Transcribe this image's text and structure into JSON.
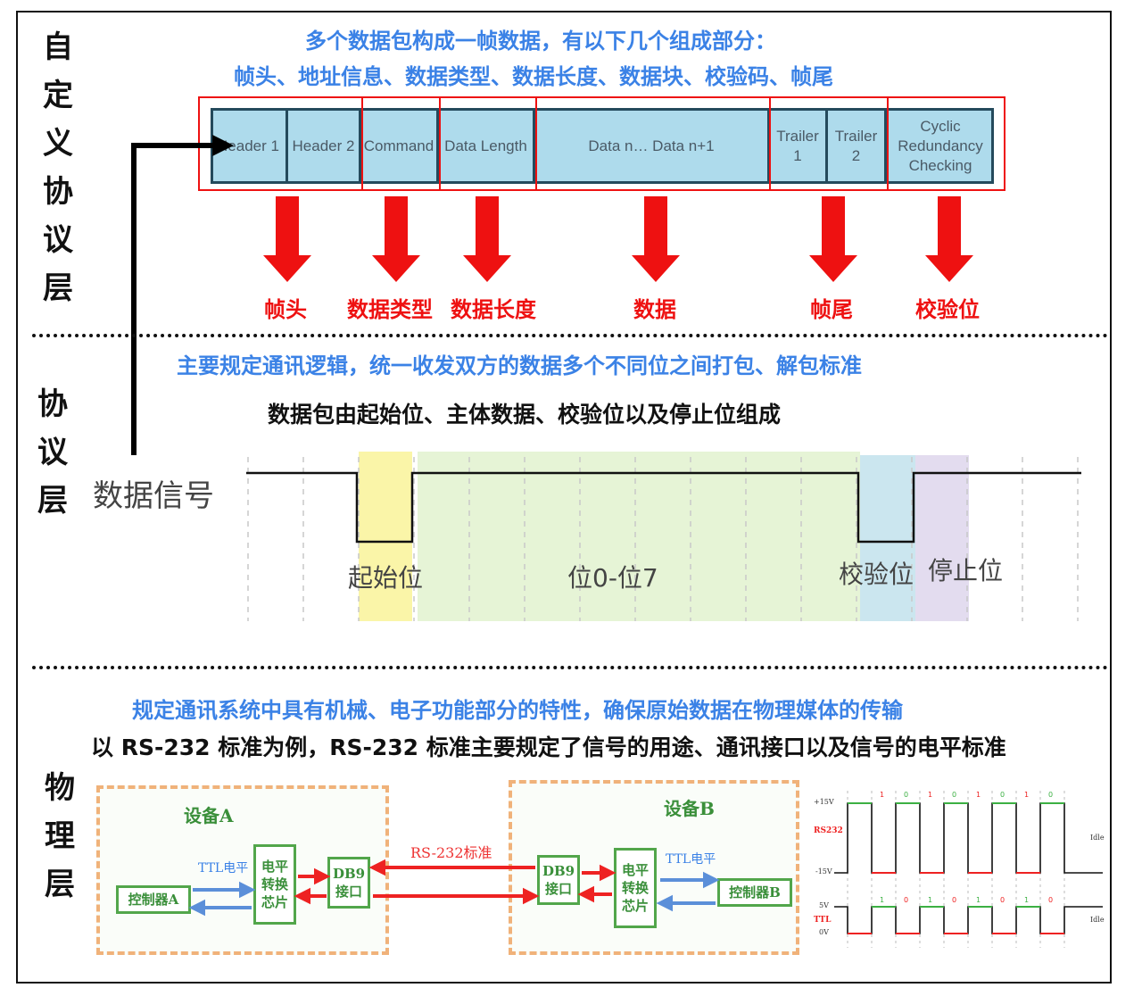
{
  "side_labels": {
    "custom": [
      "自",
      "定",
      "义",
      "协",
      "议",
      "层"
    ],
    "protocol": [
      "协",
      "议",
      "层"
    ],
    "physical": [
      "物",
      "理",
      "层"
    ]
  },
  "custom_layer": {
    "intro_line1": "多个数据包构成一帧数据，有以下几个组成部分：",
    "intro_line2": "帧头、地址信息、数据类型、数据长度、数据块、校验码、帧尾",
    "packet_fields": [
      "Header 1",
      "Header 2",
      "Command",
      "Data Length",
      "Data n… Data n+1",
      "Trailer 1",
      "Trailer 2",
      "Cyclic Redundancy Checking"
    ],
    "part_labels": [
      "帧头",
      "数据类型",
      "数据长度",
      "数据",
      "帧尾",
      "校验位"
    ]
  },
  "protocol_layer": {
    "desc": "主要规定通讯逻辑，统一收发双方的数据多个不同位之间打包、解包标准",
    "subdesc": "数据包由起始位、主体数据、校验位以及停止位组成",
    "signal_label": "数据信号",
    "bit_labels": [
      "起始位",
      "位0-位7",
      "校验位",
      "停止位"
    ]
  },
  "physical_layer": {
    "desc": "规定通讯系统中具有机械、电子功能部分的特性，确保原始数据在物理媒体的传输",
    "subdesc": "以 RS-232 标准为例，RS-232 标准主要规定了信号的用途、通讯接口以及信号的电平标准",
    "device_a": {
      "title": "设备A",
      "controller": "控制器A",
      "converter": "电平转换芯片",
      "port": "DB9接口",
      "ttl": "TTL电平"
    },
    "device_b": {
      "title": "设备B",
      "controller": "控制器B",
      "converter": "电平转换芯片",
      "port": "DB9接口",
      "ttl": "TTL电平"
    },
    "link_label": "RS-232标准",
    "waveform": {
      "rs232_label": "RS232",
      "ttl_label": "TTL",
      "rs232_high": "+15V",
      "rs232_low": "-15V",
      "ttl_high": "5V",
      "ttl_low": "0V",
      "idle": "Idle",
      "bits": [
        "1",
        "0",
        "1",
        "0",
        "1",
        "0",
        "1",
        "0"
      ]
    }
  },
  "colors": {
    "accent_blue": "#3b82e6",
    "arrow_red": "#ee1111",
    "packet_fill": "#aedbec",
    "start_bit": "#faf5a8",
    "data_bits": "#e6f4d6",
    "parity_bit": "#cbe6ef",
    "stop_bit": "#e3dcef",
    "device_green": "#52a64b"
  }
}
